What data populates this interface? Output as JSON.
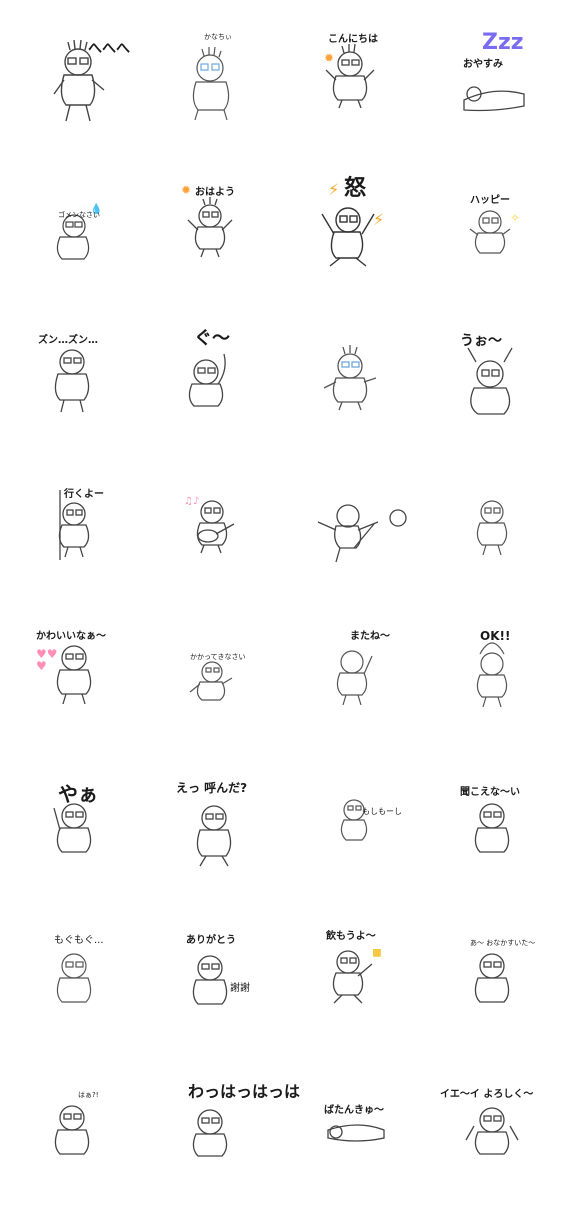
{
  "stickers": [
    {
      "label": "へへへ"
    },
    {
      "label": "かなちぃ"
    },
    {
      "label": "こんにちは"
    },
    {
      "label": "おやすみ",
      "extra": "Zzz"
    },
    {
      "label": "ゴメンなさい"
    },
    {
      "label": "おはよう"
    },
    {
      "label": "怒"
    },
    {
      "label": "ハッピー"
    },
    {
      "label": "ズン…ズン…"
    },
    {
      "label": "ぐ〜"
    },
    {
      "label": ""
    },
    {
      "label": "うぉ〜"
    },
    {
      "label": "行くよー"
    },
    {
      "label": ""
    },
    {
      "label": ""
    },
    {
      "label": ""
    },
    {
      "label": "かわいいなぁ〜"
    },
    {
      "label": "かかってきなさい"
    },
    {
      "label": "またね〜"
    },
    {
      "label": "OK!!"
    },
    {
      "label": "やぁ"
    },
    {
      "label": "えっ 呼んだ?"
    },
    {
      "label": "もしもーし"
    },
    {
      "label": "聞こえな〜い"
    },
    {
      "label": "もぐもぐ..."
    },
    {
      "label": "ありがとう",
      "extra": "謝謝"
    },
    {
      "label": "飲もうよ〜"
    },
    {
      "label": "あ〜 おなかすいた〜"
    },
    {
      "label": "はぁ?!"
    },
    {
      "label": "わっはっはっは"
    },
    {
      "label": "ばたんきゅ〜"
    },
    {
      "label": "イエ〜イ よろしく〜"
    }
  ],
  "colors": {
    "line": "#444444",
    "glasses_blue": "#6fa8dc",
    "accent_orange": "#ffa23a",
    "accent_purple": "#7a6cf0",
    "accent_pink": "#ff8fb6"
  }
}
